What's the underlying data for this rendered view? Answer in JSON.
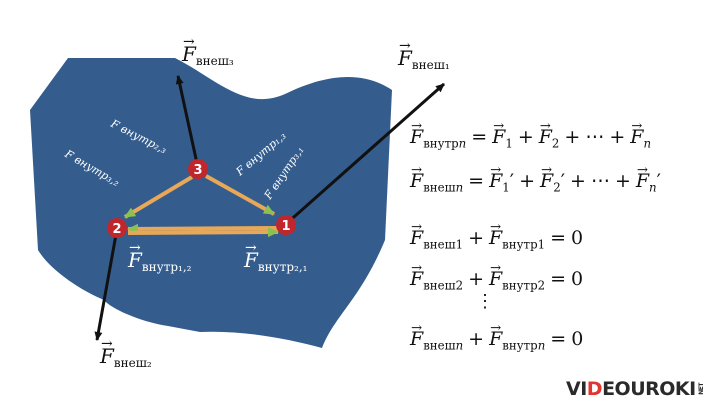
{
  "nodes": [
    {
      "id": "1",
      "label": "1"
    },
    {
      "id": "2",
      "label": "2"
    },
    {
      "id": "3",
      "label": "3"
    }
  ],
  "force_labels": {
    "f_ext3": {
      "main": "F",
      "sub": "внеш₃"
    },
    "f_ext1": {
      "main": "F",
      "sub": "внеш₁"
    },
    "f_ext2": {
      "main": "F",
      "sub": "внеш₂"
    },
    "f_int12": {
      "main": "F",
      "sub": "внутр₁,₂"
    },
    "f_int21": {
      "main": "F",
      "sub": "внутр₂,₁"
    }
  },
  "rotated_labels": [
    {
      "id": "r_int2_3",
      "text": "F внутр₂,₃"
    },
    {
      "id": "r_int3_2",
      "text": "F внутр₃,₂"
    },
    {
      "id": "r_int1_3",
      "text": "F внутр₁,₃"
    },
    {
      "id": "r_int3_1",
      "text": "F внутр₃,₁"
    }
  ],
  "equations": {
    "eq1": {
      "lhs_sub": "внутр",
      "lhs_idx": "n",
      "t1": "F",
      "s1": "1",
      "t2": "F",
      "s2": "2",
      "dots": "⋯",
      "tn": "F",
      "sn": "n"
    },
    "eq2": {
      "lhs_sub": "внеш",
      "lhs_idx": "n",
      "t1": "F",
      "s1": "1",
      "prime": "′",
      "t2": "F",
      "s2": "2",
      "dots": "⋯",
      "tn": "F",
      "sn": "n"
    },
    "eq3": {
      "a_sub": "внеш",
      "a_idx": "1",
      "b_sub": "внутр",
      "b_idx": "1",
      "rhs": "0"
    },
    "eq4": {
      "a_sub": "внеш",
      "a_idx": "2",
      "b_sub": "внутр",
      "b_idx": "2",
      "rhs": "0"
    },
    "eq5": {
      "a_sub": "внеш",
      "a_idx": "n",
      "b_sub": "внутр",
      "b_idx": "n",
      "rhs": "0"
    },
    "vertical_dots": "⋮"
  },
  "logo": {
    "part1": "VI",
    "part2": "D",
    "part3": "EOUROKI",
    "suffix": "NET"
  },
  "colors": {
    "body": "#345d8e",
    "node": "#c0272d",
    "internal_arrow": "#e8a857",
    "internal_arrow_tip": "#8cc152",
    "external_arrow": "#111111"
  }
}
